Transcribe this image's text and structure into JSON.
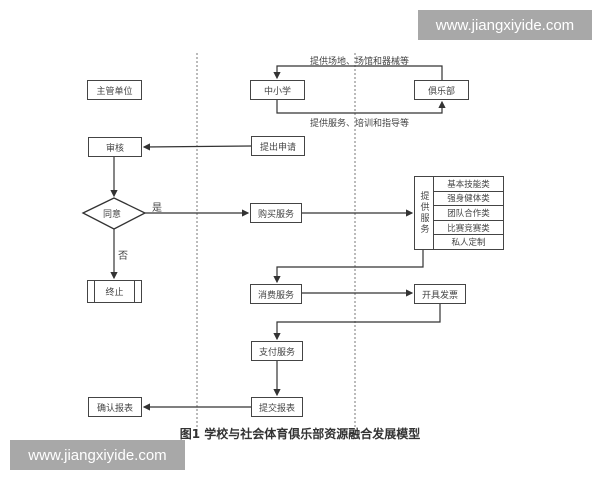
{
  "watermark": {
    "text": "www.jiangxiyide.com"
  },
  "diagram": {
    "nodes": {
      "authority": "主管单位",
      "school": "中小学",
      "club": "俱乐部",
      "review": "审核",
      "apply": "提出申请",
      "agree": "同意",
      "purchase": "购买服务",
      "terminate": "终止",
      "consume": "消费服务",
      "invoice": "开具发票",
      "pay": "支付服务",
      "submit_report": "提交报表",
      "confirm_report": "确认报表"
    },
    "services": {
      "title": "提供服务",
      "items": [
        "基本技能类",
        "强身健体类",
        "团队合作类",
        "比赛竞赛类",
        "私人定制"
      ]
    },
    "edge_labels": {
      "club_to_school": "提供场地、场馆和器械等",
      "school_to_club": "提供服务、培训和指导等",
      "yes": "是",
      "no": "否"
    },
    "caption": "图1  学校与社会体育俱乐部资源融合发展模型"
  }
}
